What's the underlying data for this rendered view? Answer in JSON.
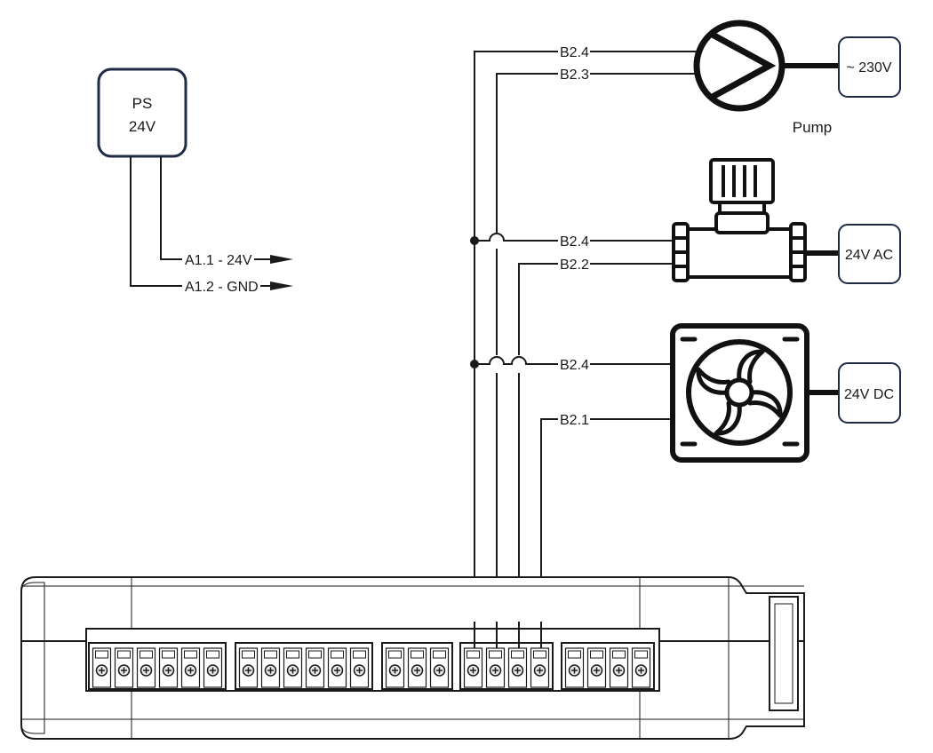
{
  "power_supply": {
    "line1": "PS",
    "line2": "24V"
  },
  "ps_outputs": {
    "a11": "A1.1 - 24V",
    "a12": "A1.2 - GND"
  },
  "pump": {
    "label": "Pump",
    "supply": "~ 230V",
    "wires": {
      "top": "B2.4",
      "bottom": "B2.3"
    }
  },
  "valve": {
    "supply": "24V AC",
    "wires": {
      "top": "B2.4",
      "bottom": "B2.2"
    }
  },
  "fan": {
    "supply": "24V DC",
    "wires": {
      "top": "B2.4",
      "bottom": "B2.1"
    }
  },
  "colors": {
    "stroke": "#1a1a1a",
    "ps_border": "#1f2a44",
    "terminal_fill": "#e8e8e8"
  },
  "icons": [
    "pump-icon",
    "valve-icon",
    "fan-icon",
    "arrow-icon",
    "screw-terminal-icon"
  ]
}
